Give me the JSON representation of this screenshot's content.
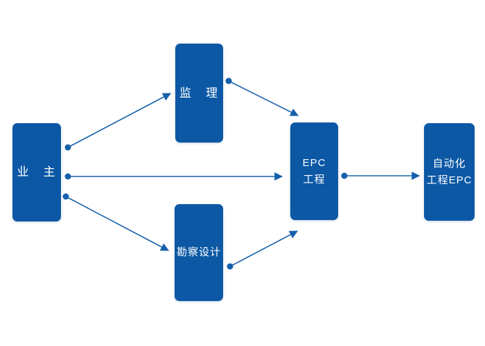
{
  "theme": {
    "background_color": "#ffffff",
    "node_color": "#0c58a5",
    "line_color": "#1660ab",
    "text_color": "#ffffff"
  },
  "nodes": {
    "owner": {
      "label": "业　主"
    },
    "supervision": {
      "label": "监　理"
    },
    "survey": {
      "label": "勘察设计"
    },
    "epc": {
      "label": "EPC\n工程"
    },
    "automation": {
      "label": "自动化\n工程EPC"
    }
  },
  "edges": [
    {
      "from": "owner",
      "to": "supervision"
    },
    {
      "from": "owner",
      "to": "epc"
    },
    {
      "from": "owner",
      "to": "survey"
    },
    {
      "from": "supervision",
      "to": "epc"
    },
    {
      "from": "survey",
      "to": "epc"
    },
    {
      "from": "epc",
      "to": "automation"
    }
  ]
}
